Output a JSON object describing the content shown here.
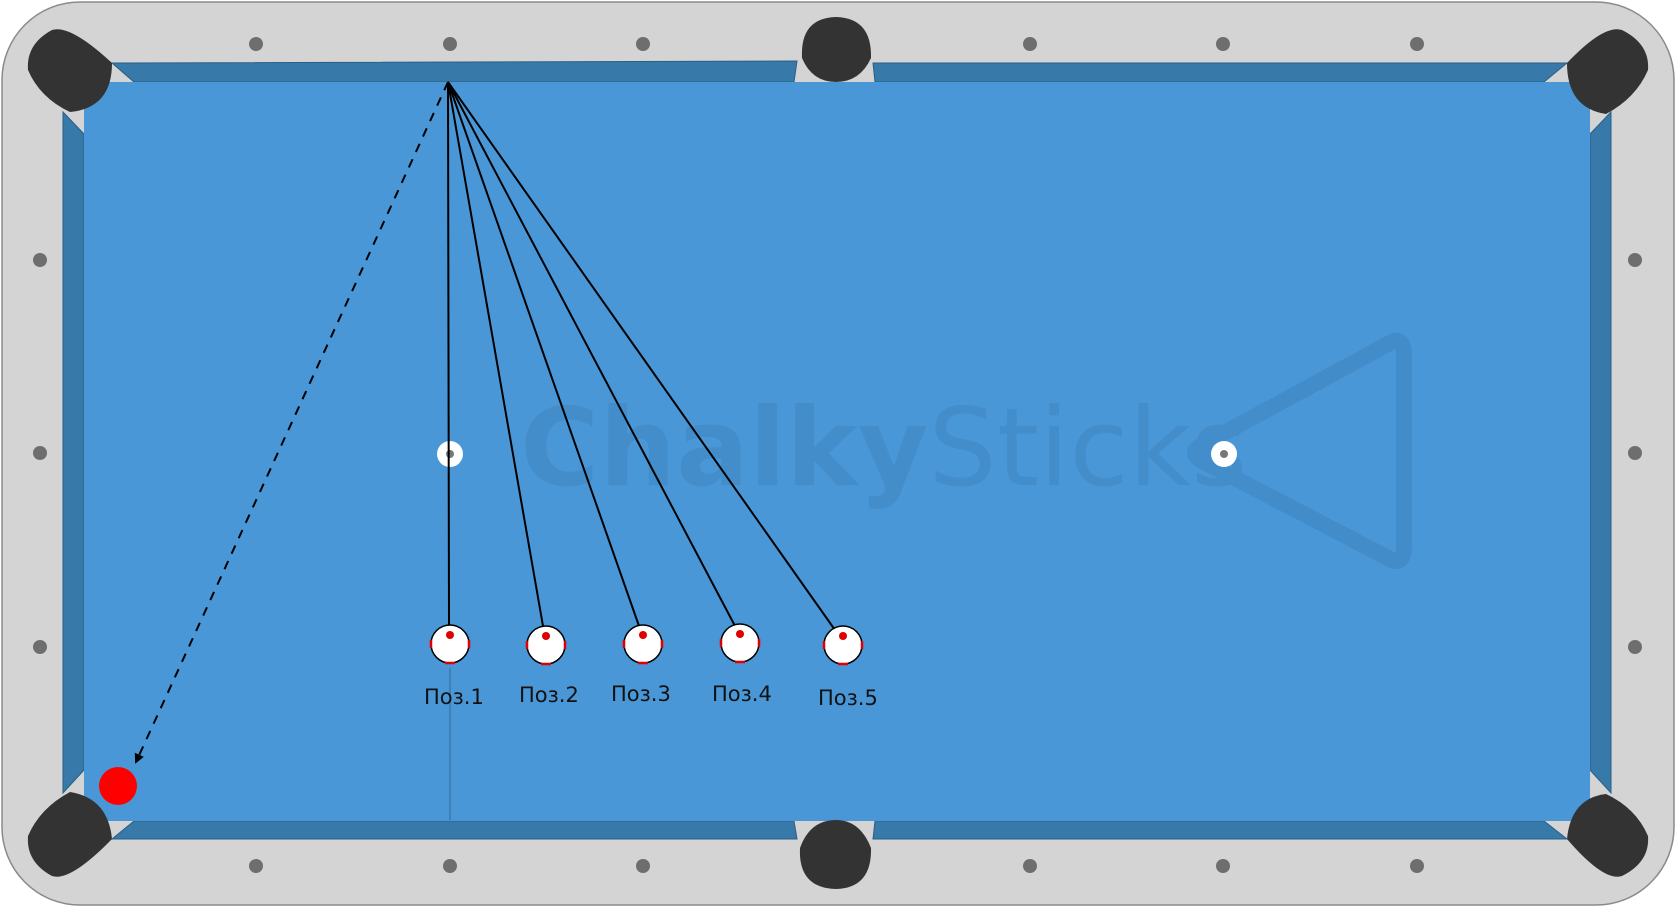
{
  "watermark": {
    "part1": "Chalky",
    "part2": "Sticks"
  },
  "positions": [
    {
      "label": "Поз.1"
    },
    {
      "label": "Поз.2"
    },
    {
      "label": "Поз.3"
    },
    {
      "label": "Поз.4"
    },
    {
      "label": "Поз.5"
    }
  ],
  "colors": {
    "cloth": "#4a97d8",
    "cushion": "#3779a8",
    "rail": "#d4d4d4",
    "pocket": "#333333",
    "diamond": "#6e6e6e",
    "target_ball": "#ff0000",
    "cue_ball": "#ffffff",
    "cue_ball_marks": "#e00000",
    "line": "#000000"
  }
}
